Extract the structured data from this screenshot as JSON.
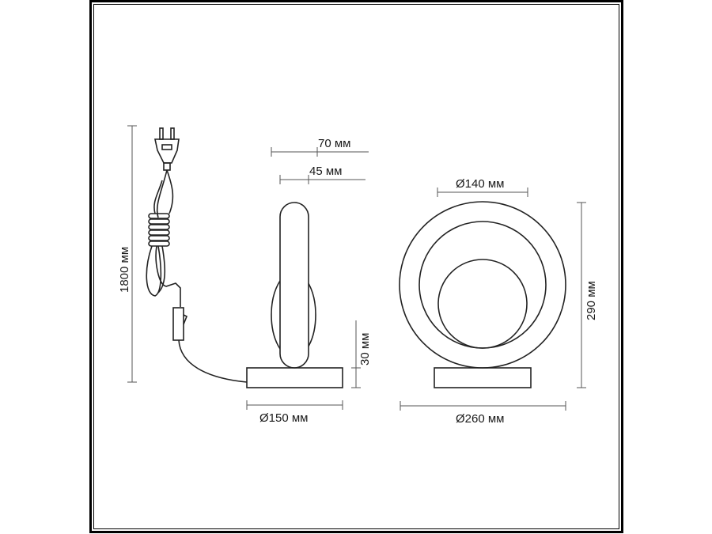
{
  "dimensions": {
    "cord_length": "1800 мм",
    "depth_total": "70 мм",
    "ring_depth": "45 мм",
    "base_height": "30 мм",
    "base_diameter": "Ø150 мм",
    "inner_diameter": "Ø140 мм",
    "height_total": "290 мм",
    "outer_diameter": "Ø260 мм"
  }
}
